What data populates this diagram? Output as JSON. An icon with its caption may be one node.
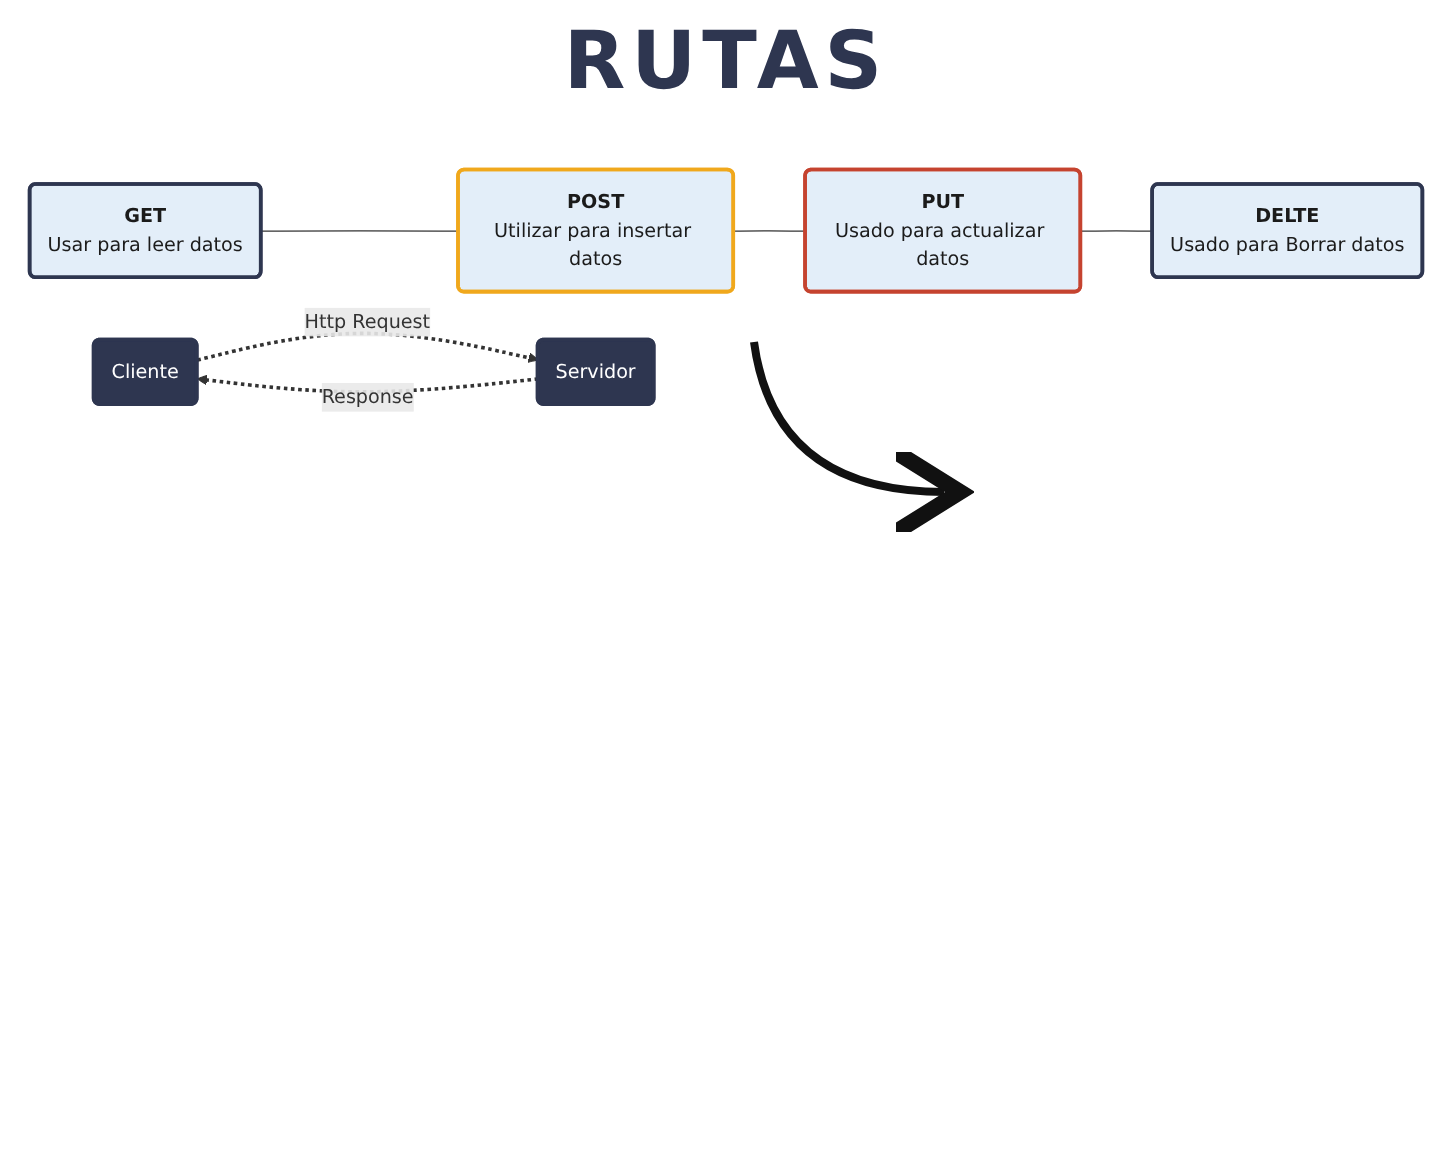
{
  "diagram": {
    "title": "RUTAS",
    "nodes": [
      {
        "text": [
          "GET",
          "Usar para leer datos"
        ]
      },
      {
        "text": [
          "POST",
          "Utilizar para insertar datos"
        ]
      },
      {
        "text": [
          "PUT",
          "Usado para actualizar datos"
        ]
      },
      {
        "text": [
          "DELTE",
          "Usado para Borrar datos"
        ]
      },
      {
        "text": [
          "Cliente"
        ]
      },
      {
        "text": [
          "Servidor"
        ]
      }
    ],
    "edges": [
      {
        "from": 0,
        "to": 1,
        "arrow": "none"
      },
      {
        "from": 1,
        "to": 2,
        "arrow": "none"
      },
      {
        "from": 2,
        "to": 3,
        "arrow": "none"
      },
      {
        "from": 4,
        "to": 5,
        "arrow": "to",
        "label": "Http Request",
        "style": "dashed"
      },
      {
        "from": 5,
        "to": 4,
        "arrow": "to",
        "label": "Response",
        "style": "dashed"
      }
    ]
  }
}
